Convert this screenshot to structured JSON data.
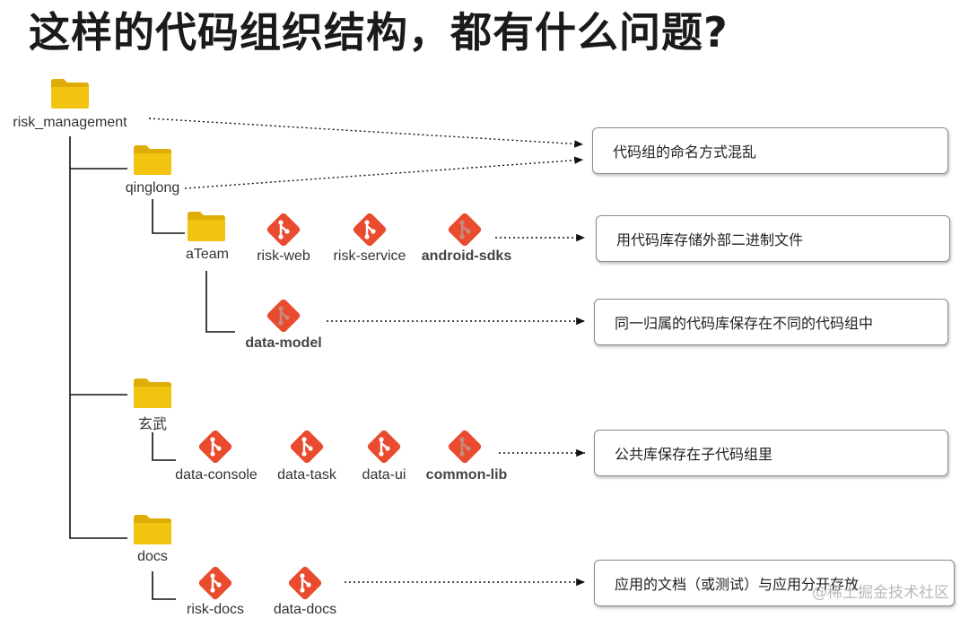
{
  "title": "这样的代码组织结构，都有什么问题?",
  "watermark": "@稀土掘金技术社区",
  "labels": {
    "risk_management": "risk_management",
    "qinglong": "qinglong",
    "ateam": "aTeam",
    "risk_web": "risk-web",
    "risk_service": "risk-service",
    "android_sdks": "android-sdks",
    "data_model": "data-model",
    "xuanwu": "玄武",
    "data_console": "data-console",
    "data_task": "data-task",
    "data_ui": "data-ui",
    "common_lib": "common-lib",
    "docs": "docs",
    "risk_docs": "risk-docs",
    "data_docs": "data-docs"
  },
  "notes": {
    "naming": "代码组的命名方式混乱",
    "binary": "用代码库存储外部二进制文件",
    "split": "同一归属的代码库保存在不同的代码组中",
    "public": "公共库保存在子代码组里",
    "docs": "应用的文档（或测试）与应用分开存放"
  },
  "colors": {
    "folder": "#f2c40f",
    "folder_dark": "#e0ad08",
    "git": "#e94b2f",
    "git_dim": "#c98a7e",
    "line": "#111111",
    "note_border": "#8a8a8a",
    "title": "#1a1a1a"
  },
  "icons": {
    "folder": "folder-icon",
    "git": "git-repo-icon"
  }
}
